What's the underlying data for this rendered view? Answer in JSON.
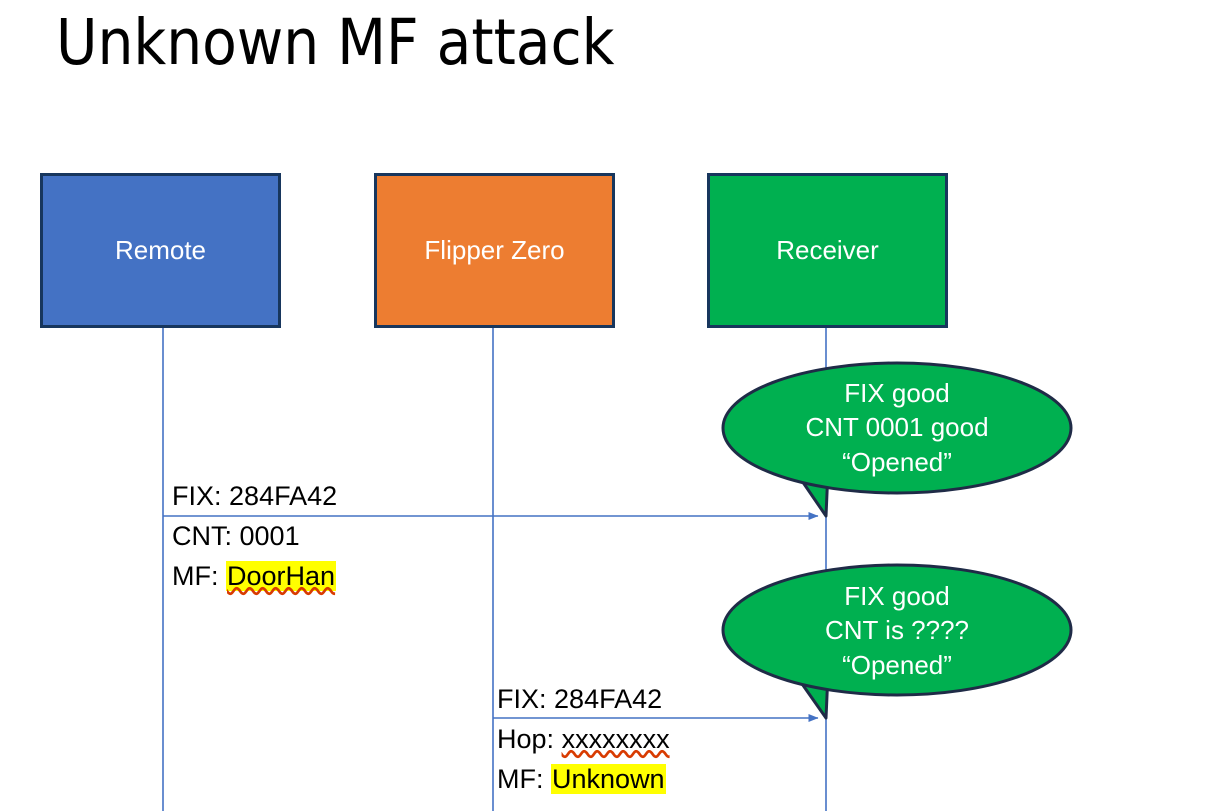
{
  "slide": {
    "title": "Unknown MF attack",
    "background": "#ffffff"
  },
  "colors": {
    "remote_blue": "#4472C4",
    "flipper_orange": "#ED7D31",
    "receiver_green": "#00B050",
    "box_border": "#17365D",
    "lifeline": "#4472C4",
    "arrow": "#4472C4",
    "highlight": "#FFFF00",
    "spellcheck_underline": "#D83B01",
    "text": "#000000",
    "box_text": "#FFFFFF"
  },
  "actors": [
    {
      "id": "remote",
      "label": "Remote"
    },
    {
      "id": "flipper",
      "label": "Flipper Zero"
    },
    {
      "id": "receiver",
      "label": "Receiver"
    }
  ],
  "messages": [
    {
      "id": "msg-1",
      "from": "remote",
      "to": "receiver",
      "lines": [
        {
          "label": "FIX:",
          "value": "284FA42",
          "highlight": false,
          "spellcheck": false
        },
        {
          "label": "CNT:",
          "value": "0001",
          "highlight": false,
          "spellcheck": false
        },
        {
          "label": "MF:",
          "value": "DoorHan",
          "highlight": true,
          "spellcheck": true
        }
      ]
    },
    {
      "id": "msg-2",
      "from": "flipper",
      "to": "receiver",
      "lines": [
        {
          "label": "FIX:",
          "value": "284FA42",
          "highlight": false,
          "spellcheck": false
        },
        {
          "label": "Hop:",
          "value": "xxxxxxxx",
          "highlight": false,
          "spellcheck": true
        },
        {
          "label": "MF:",
          "value": "Unknown",
          "highlight": true,
          "spellcheck": false
        }
      ]
    }
  ],
  "callouts": [
    {
      "id": "callout-1",
      "attached_to": "receiver",
      "lines": [
        "FIX good",
        "CNT 0001 good",
        "“Opened”"
      ]
    },
    {
      "id": "callout-2",
      "attached_to": "receiver",
      "lines": [
        "FIX good",
        "CNT is ????",
        "“Opened”"
      ]
    }
  ]
}
